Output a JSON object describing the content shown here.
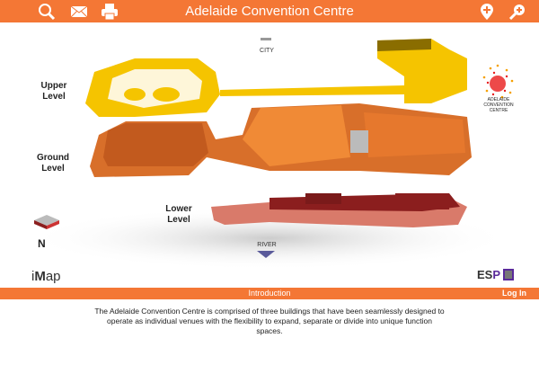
{
  "header": {
    "title": "Adelaide Convention Centre",
    "icons": [
      "search-icon",
      "mail-icon",
      "print-icon",
      "location-add-icon",
      "zoom-in-icon"
    ]
  },
  "map": {
    "levels": {
      "upper": "Upper Level",
      "ground": "Ground Level",
      "lower": "Lower Level"
    },
    "city_label": "CITY",
    "river_label": "RIVER",
    "compass": "N",
    "logo_text": "ADELAIDE CONVENTION CENTRE",
    "colors": {
      "upper": "#f5c400",
      "ground": "#ee7a2a",
      "lower": "#9b2222",
      "accent": "#f47735"
    }
  },
  "branding": {
    "imap_i": "i",
    "imap_m": "M",
    "imap_rest": "ap",
    "esp_es": "ES",
    "esp_p": "P"
  },
  "footer": {
    "section": "Introduction",
    "login": "Log In",
    "description": "The Adelaide Convention Centre is comprised of three buildings that have been seamlessly designed to operate as individual venues with the flexibility to expand, separate or divide into unique function spaces."
  }
}
